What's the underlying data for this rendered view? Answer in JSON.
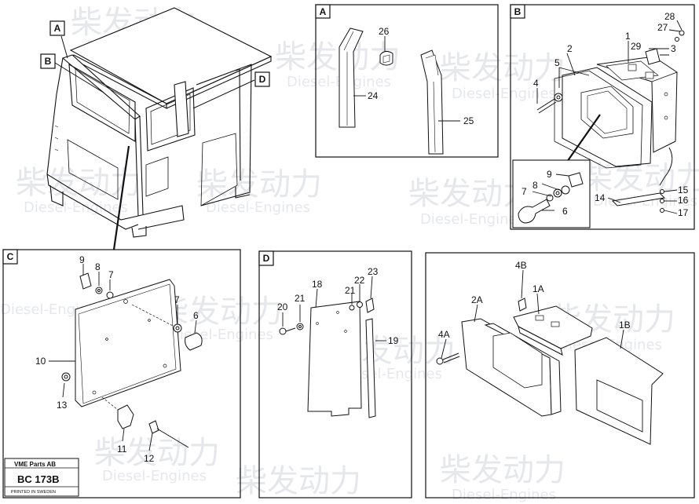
{
  "watermark": {
    "cn": "柴发动力",
    "en": "Diesel-Engines"
  },
  "panels": {
    "A": "A",
    "B": "B",
    "C": "C",
    "D": "D",
    "cabA": "A",
    "cabB": "B",
    "cabD": "D"
  },
  "callouts": {
    "a24": "24",
    "a25": "25",
    "a26": "26",
    "b1": "1",
    "b2": "2",
    "b3": "3",
    "b4": "4",
    "b5": "5",
    "b27": "27",
    "b28": "28",
    "b29": "29",
    "b6": "6",
    "b7": "7",
    "b8": "8",
    "b9": "9",
    "b14": "14",
    "b15": "15",
    "b16": "16",
    "b17": "17",
    "c6": "6",
    "c7a": "7",
    "c7b": "7",
    "c8": "8",
    "c9": "9",
    "c10": "10",
    "c11": "11",
    "c12": "12",
    "c13": "13",
    "d18": "18",
    "d19": "19",
    "d20": "20",
    "d21a": "21",
    "d21b": "21",
    "d22": "22",
    "d23": "23",
    "e1A": "1A",
    "e1B": "1B",
    "e2A": "2A",
    "e4A": "4A",
    "e4B": "4B"
  },
  "footer": {
    "brand": "VME Parts AB",
    "code": "BC 173B",
    "printed": "PRINTED IN SWEDEN"
  }
}
